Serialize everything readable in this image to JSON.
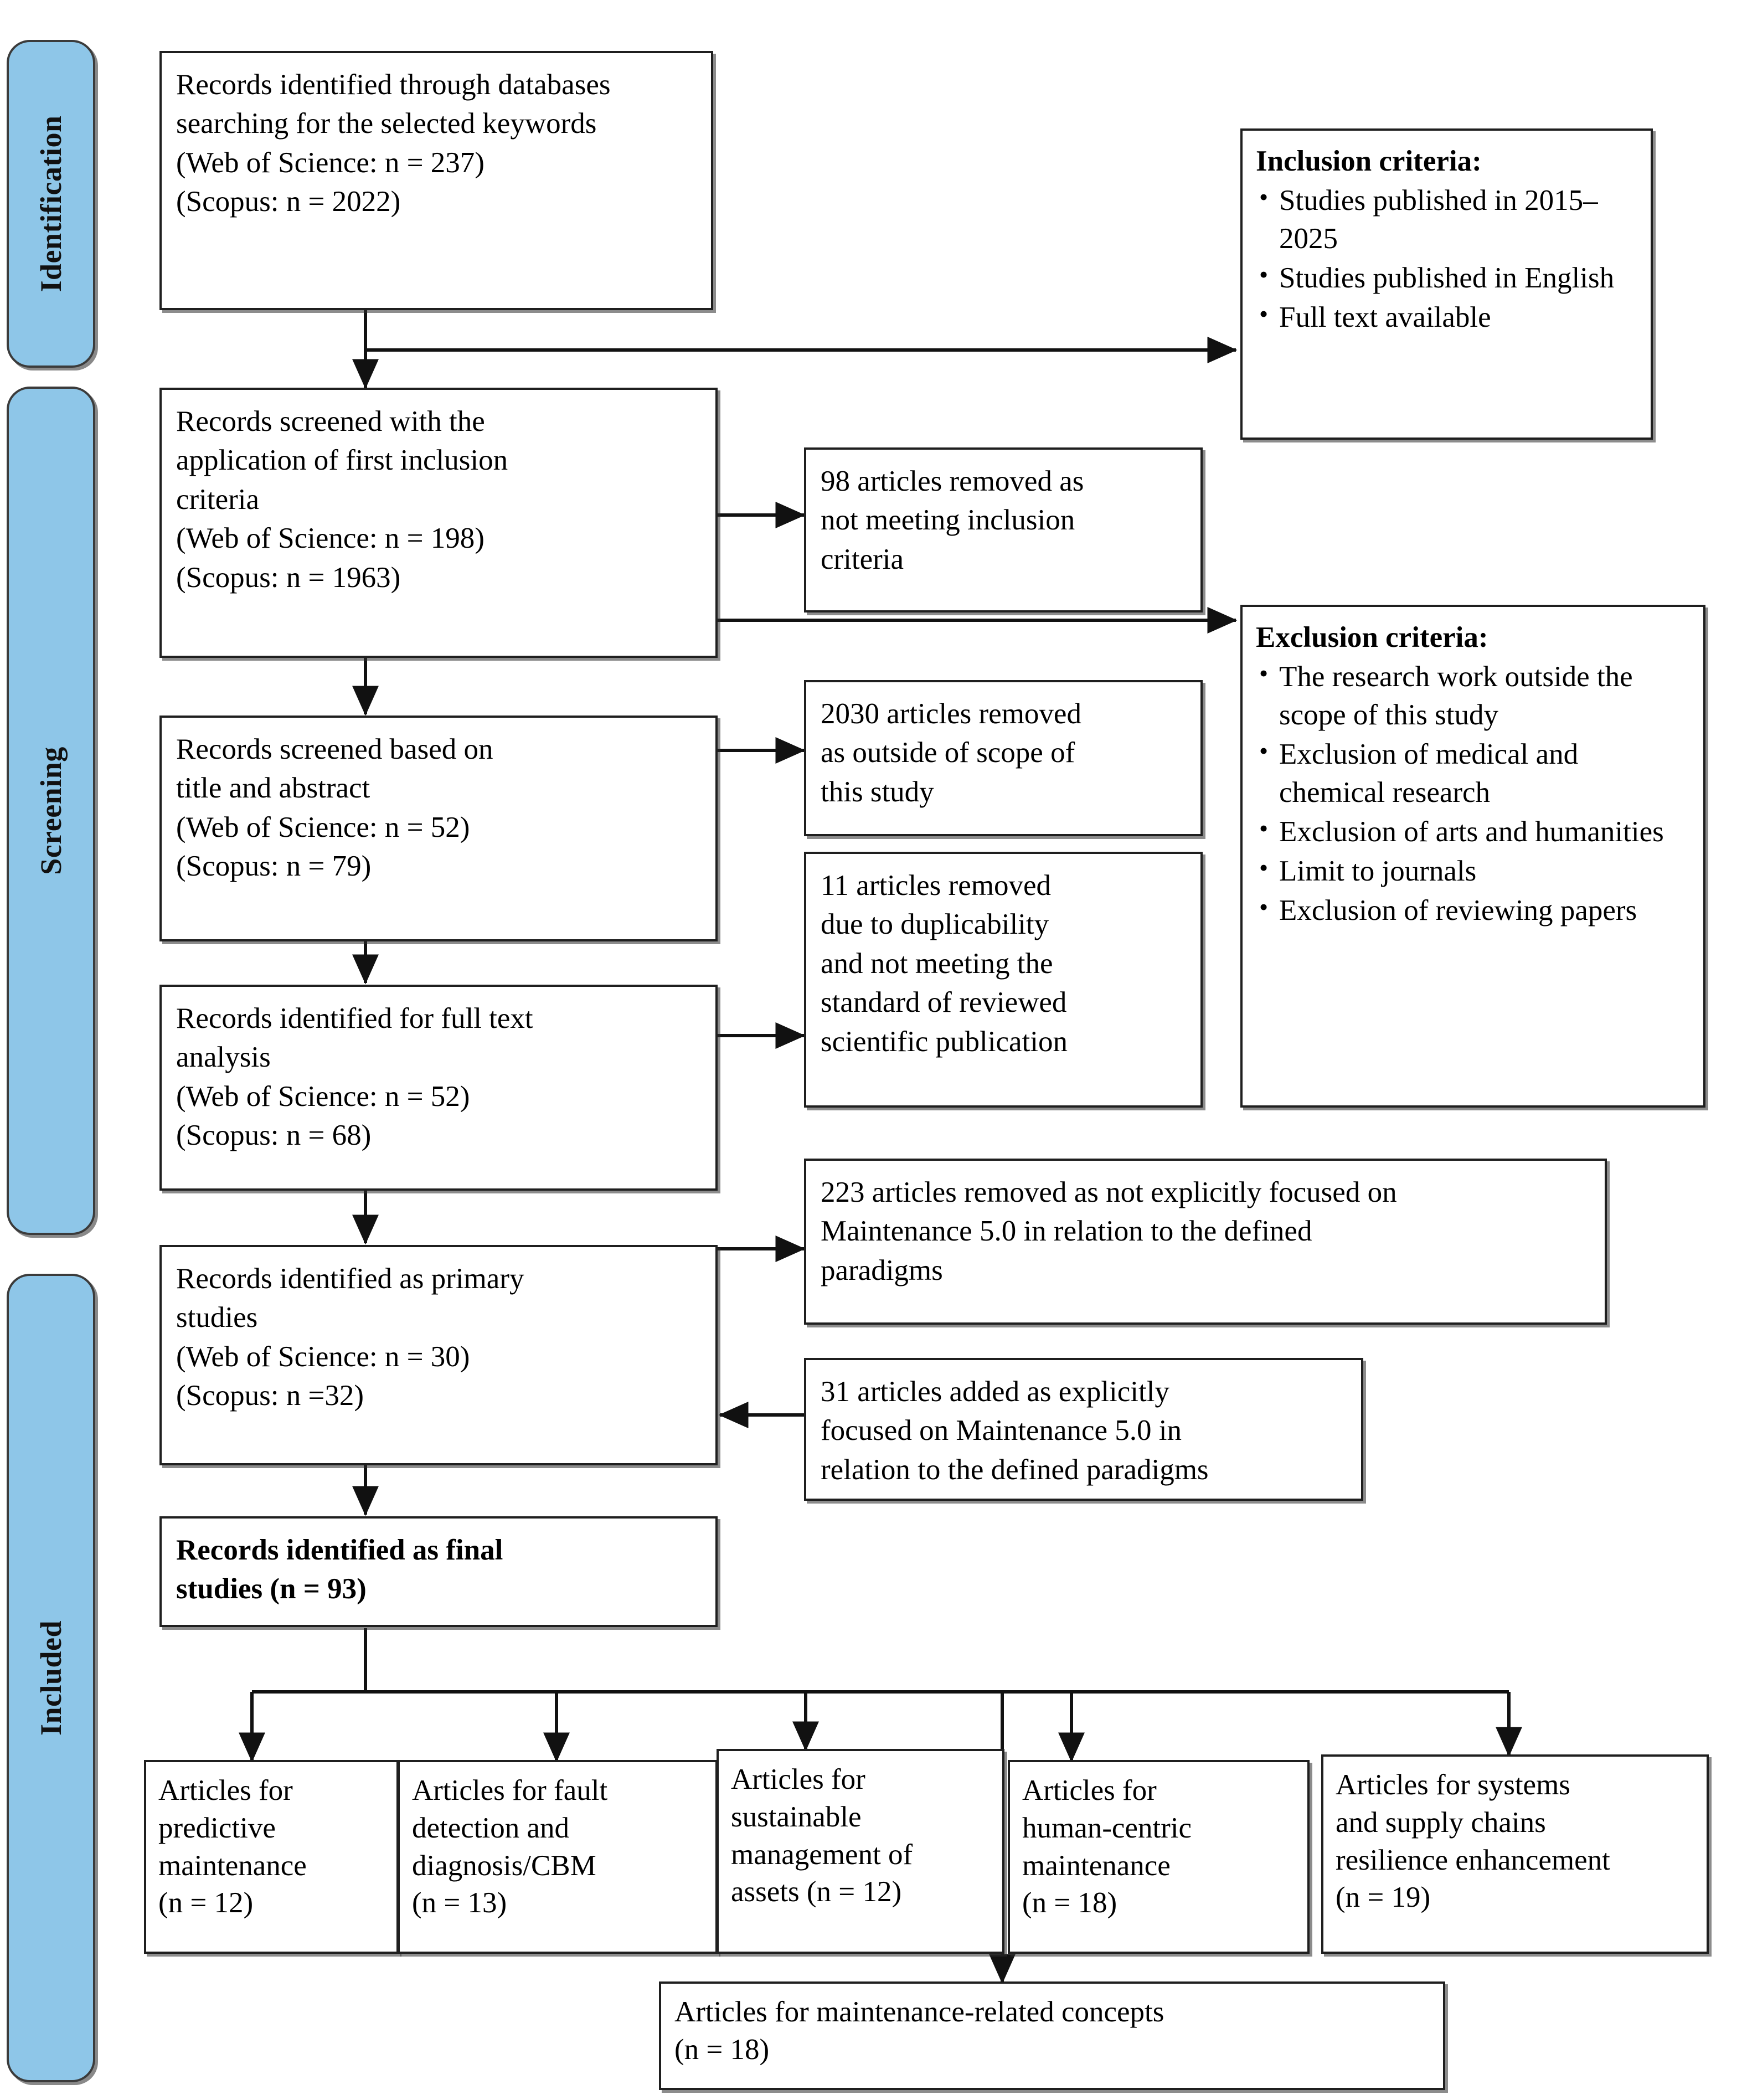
{
  "diagram": {
    "type": "prisma-flow-diagram",
    "title": "PRISMA records selection flow"
  },
  "stages": [
    {
      "id": "identification",
      "label": "Identification"
    },
    {
      "id": "screening",
      "label": "Screening"
    },
    {
      "id": "included",
      "label": "Included"
    }
  ],
  "nodes": {
    "identified": {
      "lines": [
        "Records identified through databases",
        "searching for the selected keywords",
        "(Web of Science: n = 237)",
        "(Scopus: n = 2022)"
      ]
    },
    "screened_first_criteria": {
      "lines": [
        "Records screened with the",
        "application of first inclusion",
        "criteria",
        "(Web of Science: n = 198)",
        "(Scopus: n = 1963)"
      ]
    },
    "screened_title_abstract": {
      "lines": [
        "Records screened based on",
        "title and abstract",
        "(Web of Science: n = 52)",
        "(Scopus: n = 79)"
      ]
    },
    "full_text_analysis": {
      "lines": [
        "Records identified for full text",
        "analysis",
        "(Web of Science: n = 52)",
        "(Scopus: n = 68)"
      ]
    },
    "primary_studies": {
      "lines": [
        "Records identified as primary",
        "studies",
        "(Web of Science: n = 30)",
        "(Scopus: n =32)"
      ]
    },
    "final_studies": {
      "lines": [
        "Records identified as final",
        "studies   (n = 93)"
      ]
    },
    "removed_98": {
      "lines": [
        "98 articles removed as",
        "not meeting inclusion",
        "criteria"
      ]
    },
    "removed_2030": {
      "lines": [
        "2030 articles removed",
        "as outside of scope of",
        "this study"
      ]
    },
    "removed_11": {
      "lines": [
        "11 articles removed",
        "due to duplicability",
        "and not meeting the",
        "standard of reviewed",
        "scientific publication"
      ]
    },
    "removed_223": {
      "lines": [
        "223 articles removed as not explicitly focused on",
        "Maintenance 5.0 in relation to the defined",
        "paradigms"
      ]
    },
    "added_31": {
      "lines": [
        "31 articles added as explicitly",
        "focused on Maintenance 5.0 in",
        "relation to the defined paradigms"
      ]
    }
  },
  "criteria": {
    "inclusion": {
      "title": "Inclusion criteria:",
      "items": [
        "Studies published in 2015–2025",
        "Studies published in English",
        "Full text available"
      ]
    },
    "exclusion": {
      "title": "Exclusion criteria:",
      "items": [
        "The research work outside the scope of this study",
        "Exclusion of medical and chemical research",
        "Exclusion of arts and humanities",
        "Limit to journals",
        "Exclusion of reviewing papers"
      ]
    }
  },
  "outcomes": [
    {
      "id": "predictive-maintenance",
      "lines": [
        "Articles for",
        "predictive",
        "maintenance",
        "(n = 12)"
      ],
      "count": 12
    },
    {
      "id": "fault-detection",
      "lines": [
        "Articles for fault",
        "detection and",
        "diagnosis/CBM",
        "(n = 13)"
      ],
      "count": 13
    },
    {
      "id": "sustainable-management",
      "lines": [
        "Articles for",
        "sustainable",
        "management of",
        "assets (n = 12)"
      ],
      "count": 12
    },
    {
      "id": "human-centric",
      "lines": [
        "Articles for",
        "human-centric",
        "maintenance",
        "(n = 18)"
      ],
      "count": 18
    },
    {
      "id": "systems-supply-chains",
      "lines": [
        "Articles for systems",
        "and supply chains",
        "resilience enhancement",
        "(n = 19)"
      ],
      "count": 19
    }
  ],
  "outcome_bottom": {
    "id": "maintenance-related-concepts",
    "lines": [
      "Articles for maintenance-related concepts",
      "(n = 18)"
    ],
    "count": 18
  },
  "colors": {
    "stage_bar_fill": "#8EC6E8",
    "stage_bar_border": "#3b3b3b",
    "node_border": "#1f1f1f",
    "background": "#ffffff"
  }
}
